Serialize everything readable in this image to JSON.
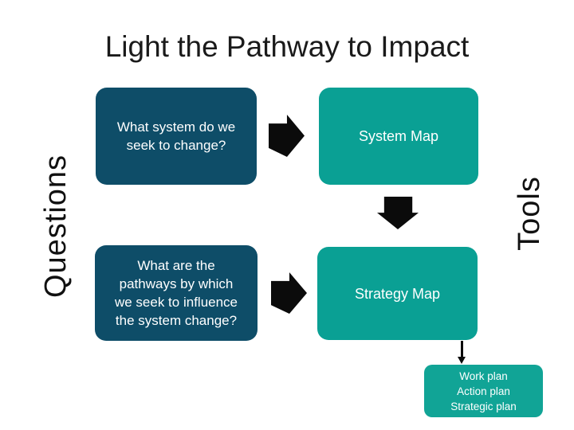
{
  "slide": {
    "title": "Light the Pathway to Impact",
    "left_axis_label": "Questions",
    "right_axis_label": "Tools",
    "questions": [
      {
        "text": "What system do we\nseek to change?"
      },
      {
        "text": "What are the\npathways by which\nwe seek to influence\nthe system change?"
      }
    ],
    "tools": [
      {
        "label": "System Map"
      },
      {
        "label": "Strategy Map"
      }
    ],
    "output_box": {
      "text": "Work plan\nAction plan\nStrategic plan"
    },
    "icons": {
      "arrow_top": "right-arrow-icon",
      "arrow_bottom": "right-arrow-icon",
      "arrow_middle": "down-arrow-icon",
      "connector": "connector-arrow-icon"
    },
    "colors": {
      "background": "#FFFFFF",
      "title_text": "#1A1A1A",
      "axis_label_text": "#111111",
      "question_box": "#0E4D68",
      "tool_box": "#0AA094",
      "plans_box": "#11A496",
      "box_text": "#FFFFFF",
      "arrow": "#0B0B0B"
    }
  }
}
